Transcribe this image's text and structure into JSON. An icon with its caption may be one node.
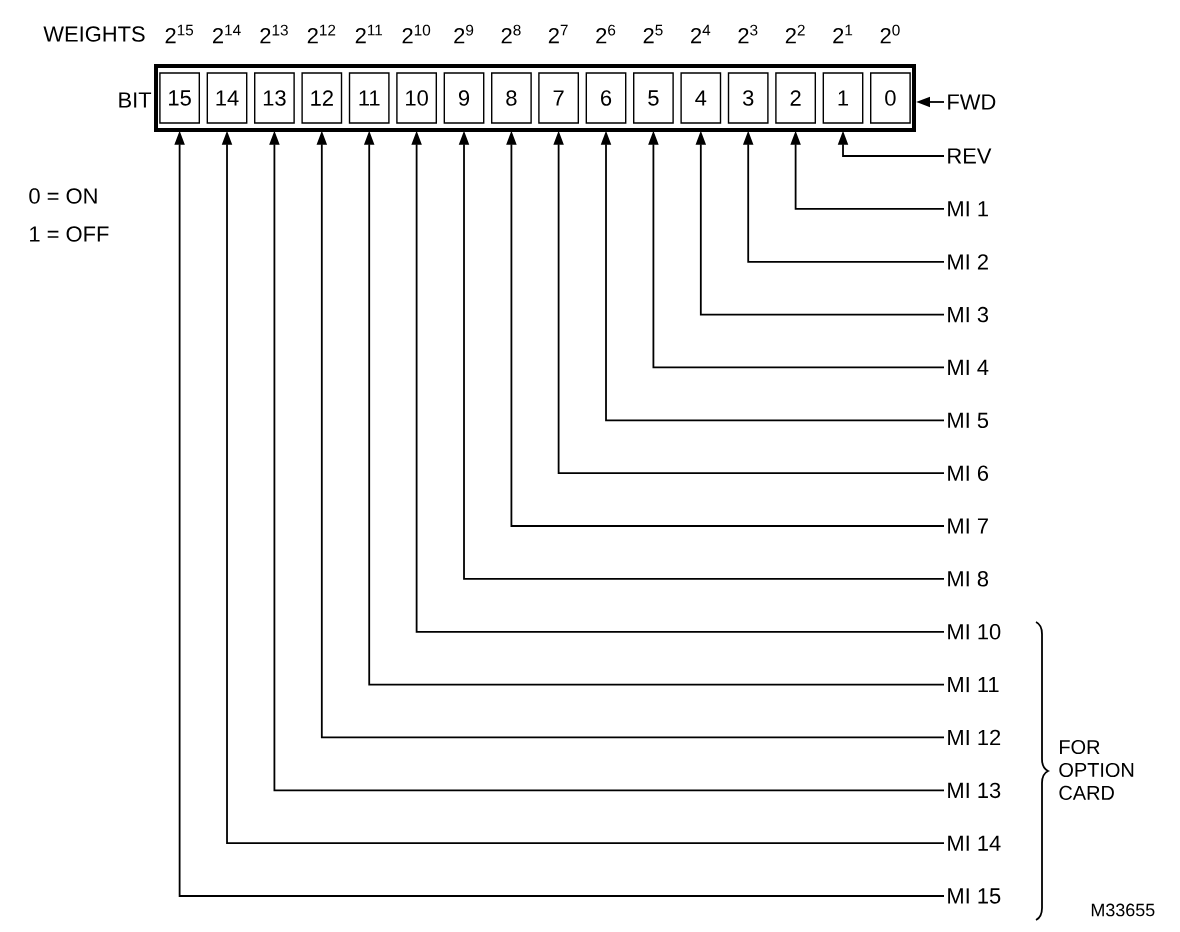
{
  "diagram": {
    "nodes": [
      {
        "text": [
          "15"
        ]
      },
      {
        "text": [
          "14"
        ]
      },
      {
        "text": [
          "13"
        ]
      },
      {
        "text": [
          "12"
        ]
      },
      {
        "text": [
          "11"
        ]
      },
      {
        "text": [
          "10"
        ]
      },
      {
        "text": [
          "9"
        ]
      },
      {
        "text": [
          "8"
        ]
      },
      {
        "text": [
          "7"
        ]
      },
      {
        "text": [
          "6"
        ]
      },
      {
        "text": [
          "5"
        ]
      },
      {
        "text": [
          "4"
        ]
      },
      {
        "text": [
          "3"
        ]
      },
      {
        "text": [
          "2"
        ]
      },
      {
        "text": [
          "1"
        ]
      },
      {
        "text": [
          "0"
        ]
      },
      {
        "text": [
          "FWD"
        ]
      },
      {
        "text": [
          "REV"
        ]
      },
      {
        "text": [
          "MI 1"
        ]
      },
      {
        "text": [
          "MI 2"
        ]
      },
      {
        "text": [
          "MI 3"
        ]
      },
      {
        "text": [
          "MI 4"
        ]
      },
      {
        "text": [
          "MI 5"
        ]
      },
      {
        "text": [
          "MI 6"
        ]
      },
      {
        "text": [
          "MI 7"
        ]
      },
      {
        "text": [
          "MI 8"
        ]
      },
      {
        "text": [
          "MI 10"
        ]
      },
      {
        "text": [
          "MI 11"
        ]
      },
      {
        "text": [
          "MI 12"
        ]
      },
      {
        "text": [
          "MI 13"
        ]
      },
      {
        "text": [
          "MI 14"
        ]
      },
      {
        "text": [
          "MI 15"
        ]
      }
    ],
    "edges": [
      {
        "from": 16,
        "to": 15,
        "arrow": "to"
      },
      {
        "from": 17,
        "to": 14,
        "arrow": "to"
      },
      {
        "from": 18,
        "to": 13,
        "arrow": "to"
      },
      {
        "from": 19,
        "to": 12,
        "arrow": "to"
      },
      {
        "from": 20,
        "to": 11,
        "arrow": "to"
      },
      {
        "from": 21,
        "to": 10,
        "arrow": "to"
      },
      {
        "from": 22,
        "to": 9,
        "arrow": "to"
      },
      {
        "from": 23,
        "to": 8,
        "arrow": "to"
      },
      {
        "from": 24,
        "to": 7,
        "arrow": "to"
      },
      {
        "from": 25,
        "to": 6,
        "arrow": "to"
      },
      {
        "from": 26,
        "to": 5,
        "arrow": "to"
      },
      {
        "from": 27,
        "to": 4,
        "arrow": "to"
      },
      {
        "from": 28,
        "to": 3,
        "arrow": "to"
      },
      {
        "from": 29,
        "to": 2,
        "arrow": "to"
      },
      {
        "from": 30,
        "to": 1,
        "arrow": "to"
      },
      {
        "from": 31,
        "to": 0,
        "arrow": "to"
      }
    ],
    "labels": [
      "WEIGHTS",
      "2$^{15}$",
      "2$^{14}$",
      "2$^{13}$",
      "2$^{12}$",
      "2$^{11}$",
      "2$^{10}$",
      "2$^{9}$",
      "2$^{8}$",
      "2$^{7}$",
      "2$^{6}$",
      "2$^{5}$",
      "2$^{4}$",
      "2$^{3}$",
      "2$^{2}$",
      "2$^{1}$",
      "2$^{0}$",
      "BIT",
      "0 = ON",
      "1 = OFF",
      "FOR OPTION CARD",
      "M33655"
    ]
  }
}
